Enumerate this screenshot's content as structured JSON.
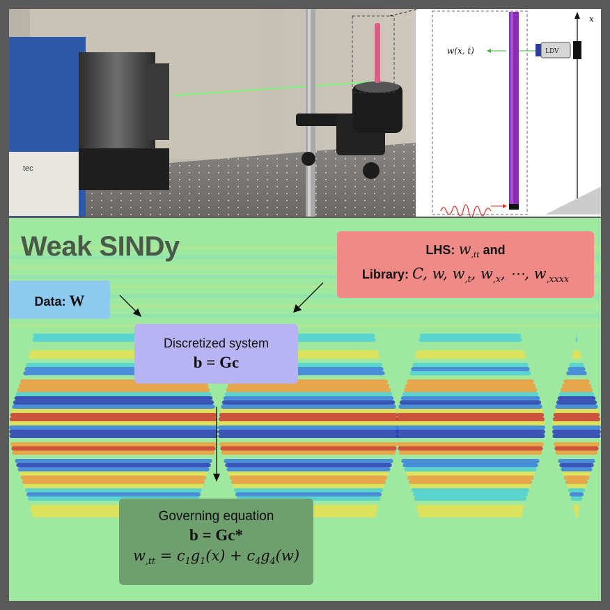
{
  "title": "Weak SINDy",
  "diagram": {
    "displacement_label": "w(x, t)",
    "sensor_label": "LDV",
    "axis_label": "x"
  },
  "data_box": {
    "label": "Data:",
    "symbol": "W"
  },
  "lhs_box": {
    "line1_prefix": "LHS:",
    "line1_term": "w",
    "line1_sub": ",tt",
    "line1_suffix": "and",
    "line2_prefix": "Library:",
    "line2_terms": "C, w, w",
    "library_sub_t": ",t",
    "library_mid": ", w",
    "library_sub_x": ",x",
    "library_dots": ", ⋯, w",
    "library_sub_xxxx": ",xxxx"
  },
  "discretized_box": {
    "label": "Discretized system",
    "equation": "b = Gc"
  },
  "governing_box": {
    "label": "Governing equation",
    "equation": "b = Gc*",
    "result_lhs": "w",
    "result_lhs_sub": ",tt",
    "result_rhs_1": " = c",
    "result_rhs_2": "g",
    "result_rhs_3": "(x) + c",
    "result_rhs_4": "g",
    "result_rhs_5": "(w)",
    "sub_1": "1",
    "sub_4": "4"
  },
  "photo": {
    "label_text": "tec"
  },
  "colors": {
    "data_box": "#8ec9f0",
    "lhs_box": "#ef8a86",
    "discretized_box": "#b8b4f4",
    "governing_box": "#6f9e6f",
    "background_field": "#9ee8a0"
  }
}
